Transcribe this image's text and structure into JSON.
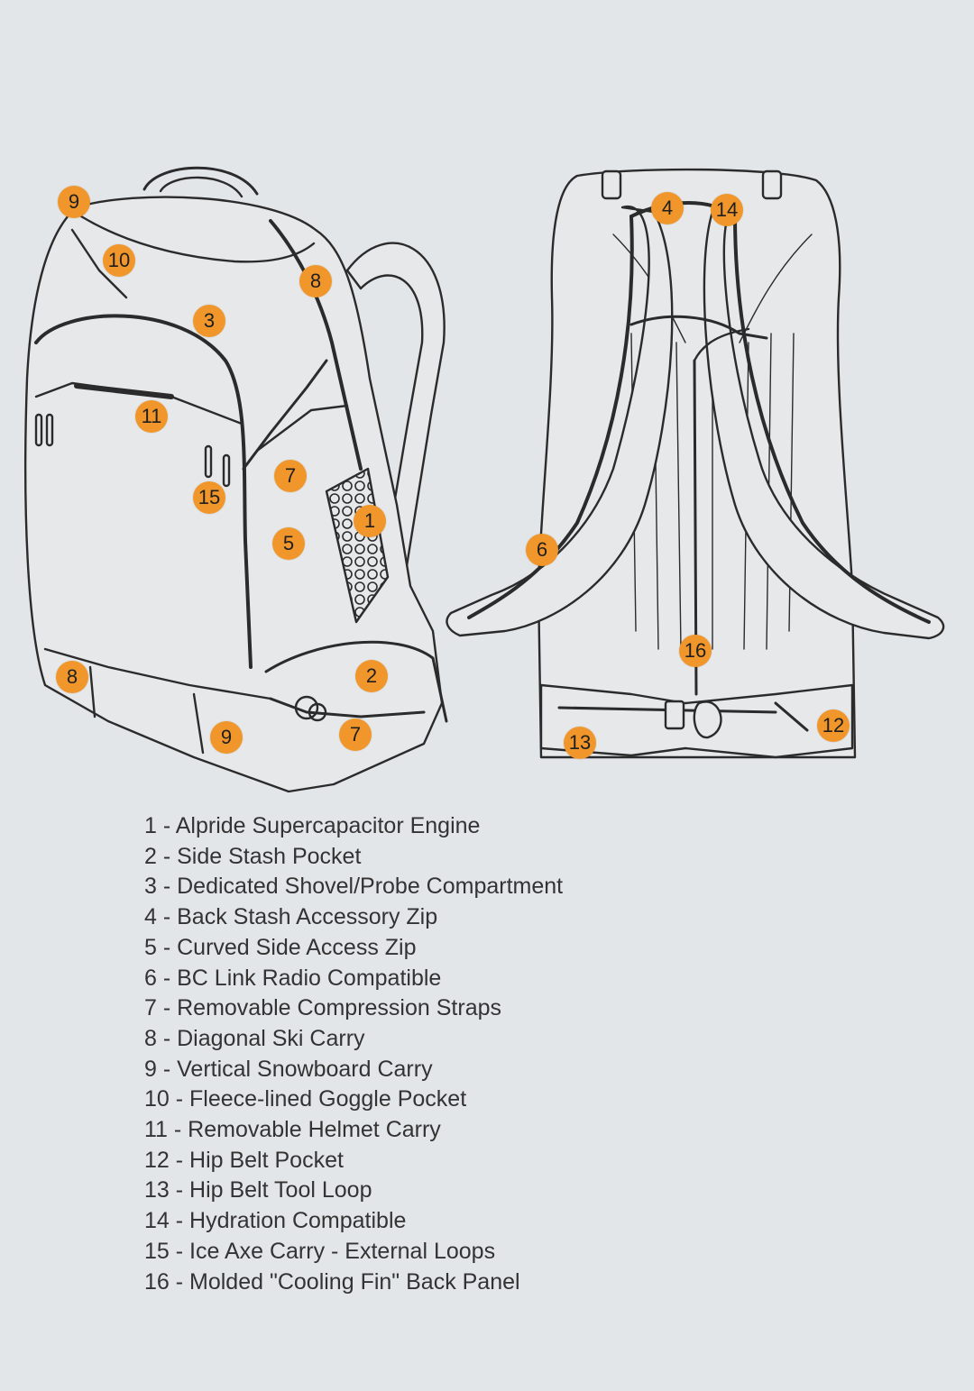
{
  "colors": {
    "background": "#e3e6e9",
    "callout": "#f0962a",
    "line": "#2b2b2b",
    "body_fill": "#e6e8ea",
    "legend_text": "#333333"
  },
  "callouts_front": [
    {
      "id": "c9a",
      "label": "9"
    },
    {
      "id": "c10",
      "label": "10"
    },
    {
      "id": "c8a",
      "label": "8"
    },
    {
      "id": "c3",
      "label": "3"
    },
    {
      "id": "c11",
      "label": "11"
    },
    {
      "id": "c7a",
      "label": "7"
    },
    {
      "id": "c15",
      "label": "15"
    },
    {
      "id": "c1",
      "label": "1"
    },
    {
      "id": "c5",
      "label": "5"
    },
    {
      "id": "c2",
      "label": "2"
    },
    {
      "id": "c8b",
      "label": "8"
    },
    {
      "id": "c9b",
      "label": "9"
    },
    {
      "id": "c7b",
      "label": "7"
    }
  ],
  "callouts_back": [
    {
      "id": "c4",
      "label": "4"
    },
    {
      "id": "c14",
      "label": "14"
    },
    {
      "id": "c6",
      "label": "6"
    },
    {
      "id": "c16",
      "label": "16"
    },
    {
      "id": "c12",
      "label": "12"
    },
    {
      "id": "c13",
      "label": "13"
    }
  ],
  "legend": [
    "1 - Alpride Supercapacitor Engine",
    "2 - Side Stash Pocket",
    "3 - Dedicated Shovel/Probe Compartment",
    "4 - Back Stash Accessory Zip",
    "5 - Curved Side Access Zip",
    "6 - BC Link Radio Compatible",
    "7 - Removable Compression Straps",
    "8 - Diagonal Ski Carry",
    "9 - Vertical Snowboard Carry",
    "10 - Fleece-lined Goggle Pocket",
    "11 - Removable Helmet Carry",
    "12 - Hip Belt Pocket",
    "13 - Hip Belt Tool Loop",
    "14 - Hydration Compatible",
    "15 - Ice Axe Carry - External Loops",
    "16 - Molded \"Cooling Fin\" Back Panel"
  ]
}
